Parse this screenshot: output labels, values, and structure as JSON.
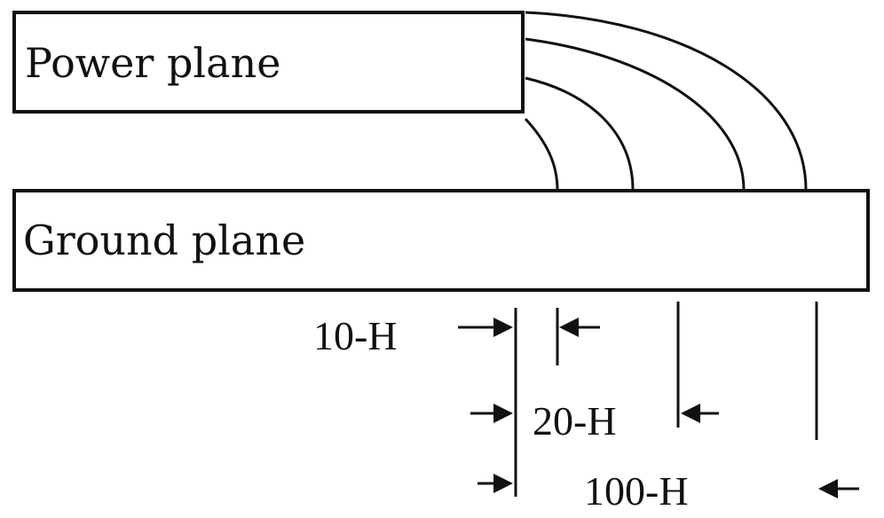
{
  "planes": {
    "power": "Power plane",
    "ground": "Ground plane"
  },
  "dimensions": [
    {
      "label": "10-H"
    },
    {
      "label": "20-H"
    },
    {
      "label": "100-H"
    }
  ],
  "colors": {
    "line": "#111111",
    "background": "#ffffff"
  }
}
